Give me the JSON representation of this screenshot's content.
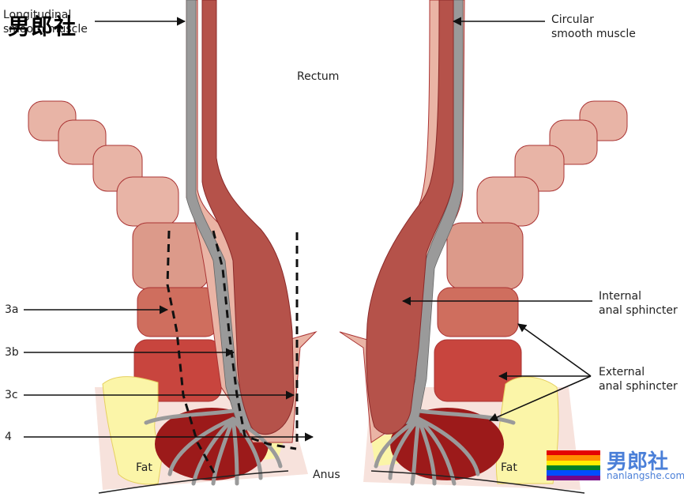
{
  "watermark": {
    "chinese": "男郎社",
    "url": "nanlangshe.com"
  },
  "labels": {
    "longitudinal": [
      "Longitudinal",
      "smooth muscle"
    ],
    "circular": [
      "Circular",
      "smooth muscle"
    ],
    "rectum": "Rectum",
    "internal": [
      "Internal",
      "anal sphincter"
    ],
    "external": [
      "External",
      "anal sphincter"
    ],
    "l3a": "3a",
    "l3b": "3b",
    "l3c": "3c",
    "l4": "4",
    "fat_left": "Fat",
    "fat_right": "Fat",
    "anus": "Anus"
  },
  "colors": {
    "mucosa": "#b5524a",
    "submucosa": "#eab4a5",
    "smooth_muscle_gray": "#9a9a9a",
    "external_sphincter": "#c8453e",
    "deep_sphincter": "#9c1a1a",
    "levator": "#e8b4a6",
    "fat": "#fbf5a8",
    "skin": "#f6ddd7"
  }
}
